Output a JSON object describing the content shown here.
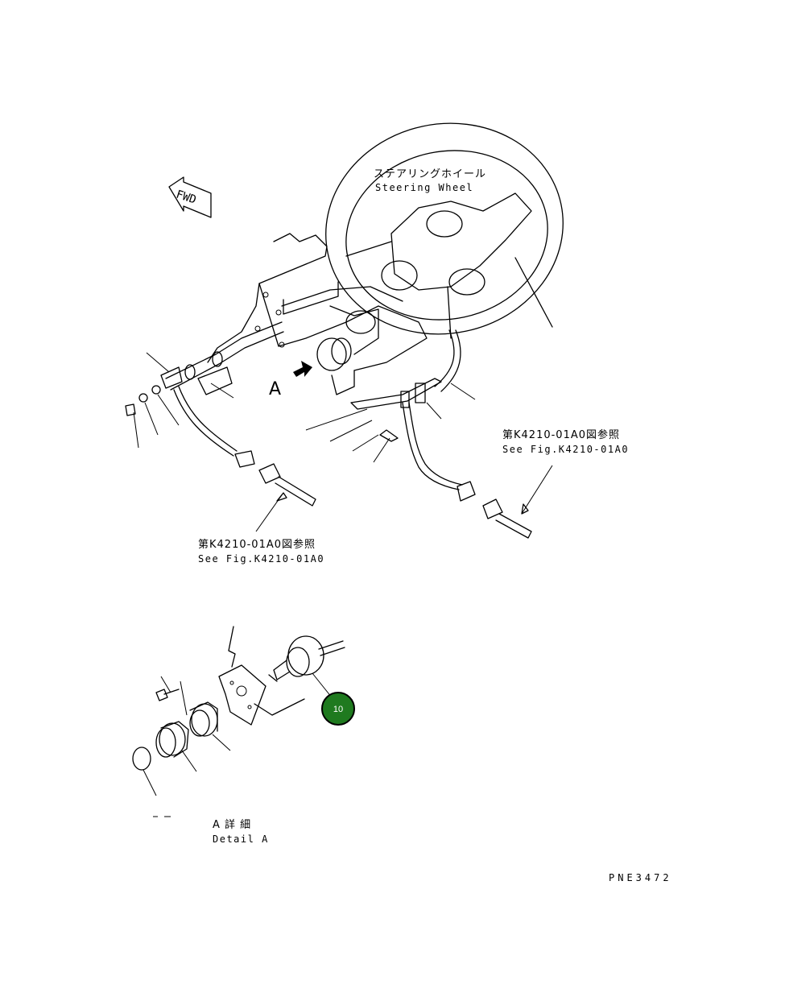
{
  "labels": {
    "wheel_jp": "ステアリングホイール",
    "wheel_en": "Steering Wheel",
    "fwd": "FWD",
    "view_a": "A",
    "ref_right_jp": "第K4210-01A0図参照",
    "ref_right_en": "See Fig.K4210-01A0",
    "ref_left_jp": "第K4210-01A0図参照",
    "ref_left_en": "See Fig.K4210-01A0",
    "detail_jp": "A 詳 細",
    "detail_en": "Detail A",
    "drawing_id": "PNE3472"
  },
  "callouts": [
    {
      "number": "10",
      "color": "#1f7a1f"
    }
  ]
}
